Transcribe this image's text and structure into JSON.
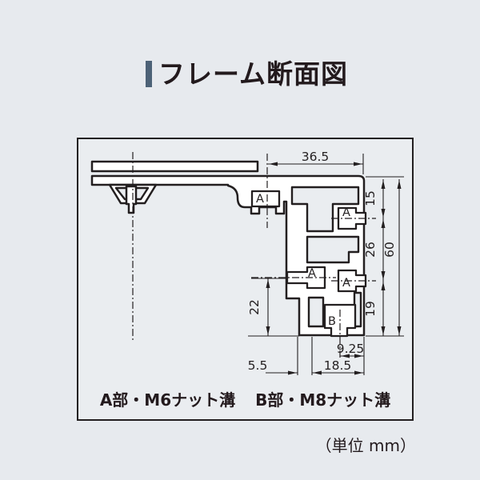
{
  "page": {
    "title": "フレーム断面図",
    "unit_note": "（単位  mm）"
  },
  "caption": {
    "part_a": "A部・M6ナット溝",
    "part_b": "B部・M8ナット溝"
  },
  "diagram": {
    "labels": {
      "slot_top": "A",
      "slot_right_upper": "A",
      "slot_left_mid": "A",
      "slot_right_lower": "A",
      "slot_bottom": "B"
    },
    "dimensions": {
      "top_width": "36.5",
      "right_upper": "15",
      "right_mid": "26",
      "right_total": "60",
      "right_lower": "19",
      "left_height": "22",
      "bottom_half": "9.25",
      "bottom_width": "18.5",
      "bottom_offset": "5.5"
    }
  },
  "colors": {
    "background": "#e7eaee",
    "box_fill": "#eaedf0",
    "line": "#231f20",
    "accent_bar": "#4d6277"
  }
}
